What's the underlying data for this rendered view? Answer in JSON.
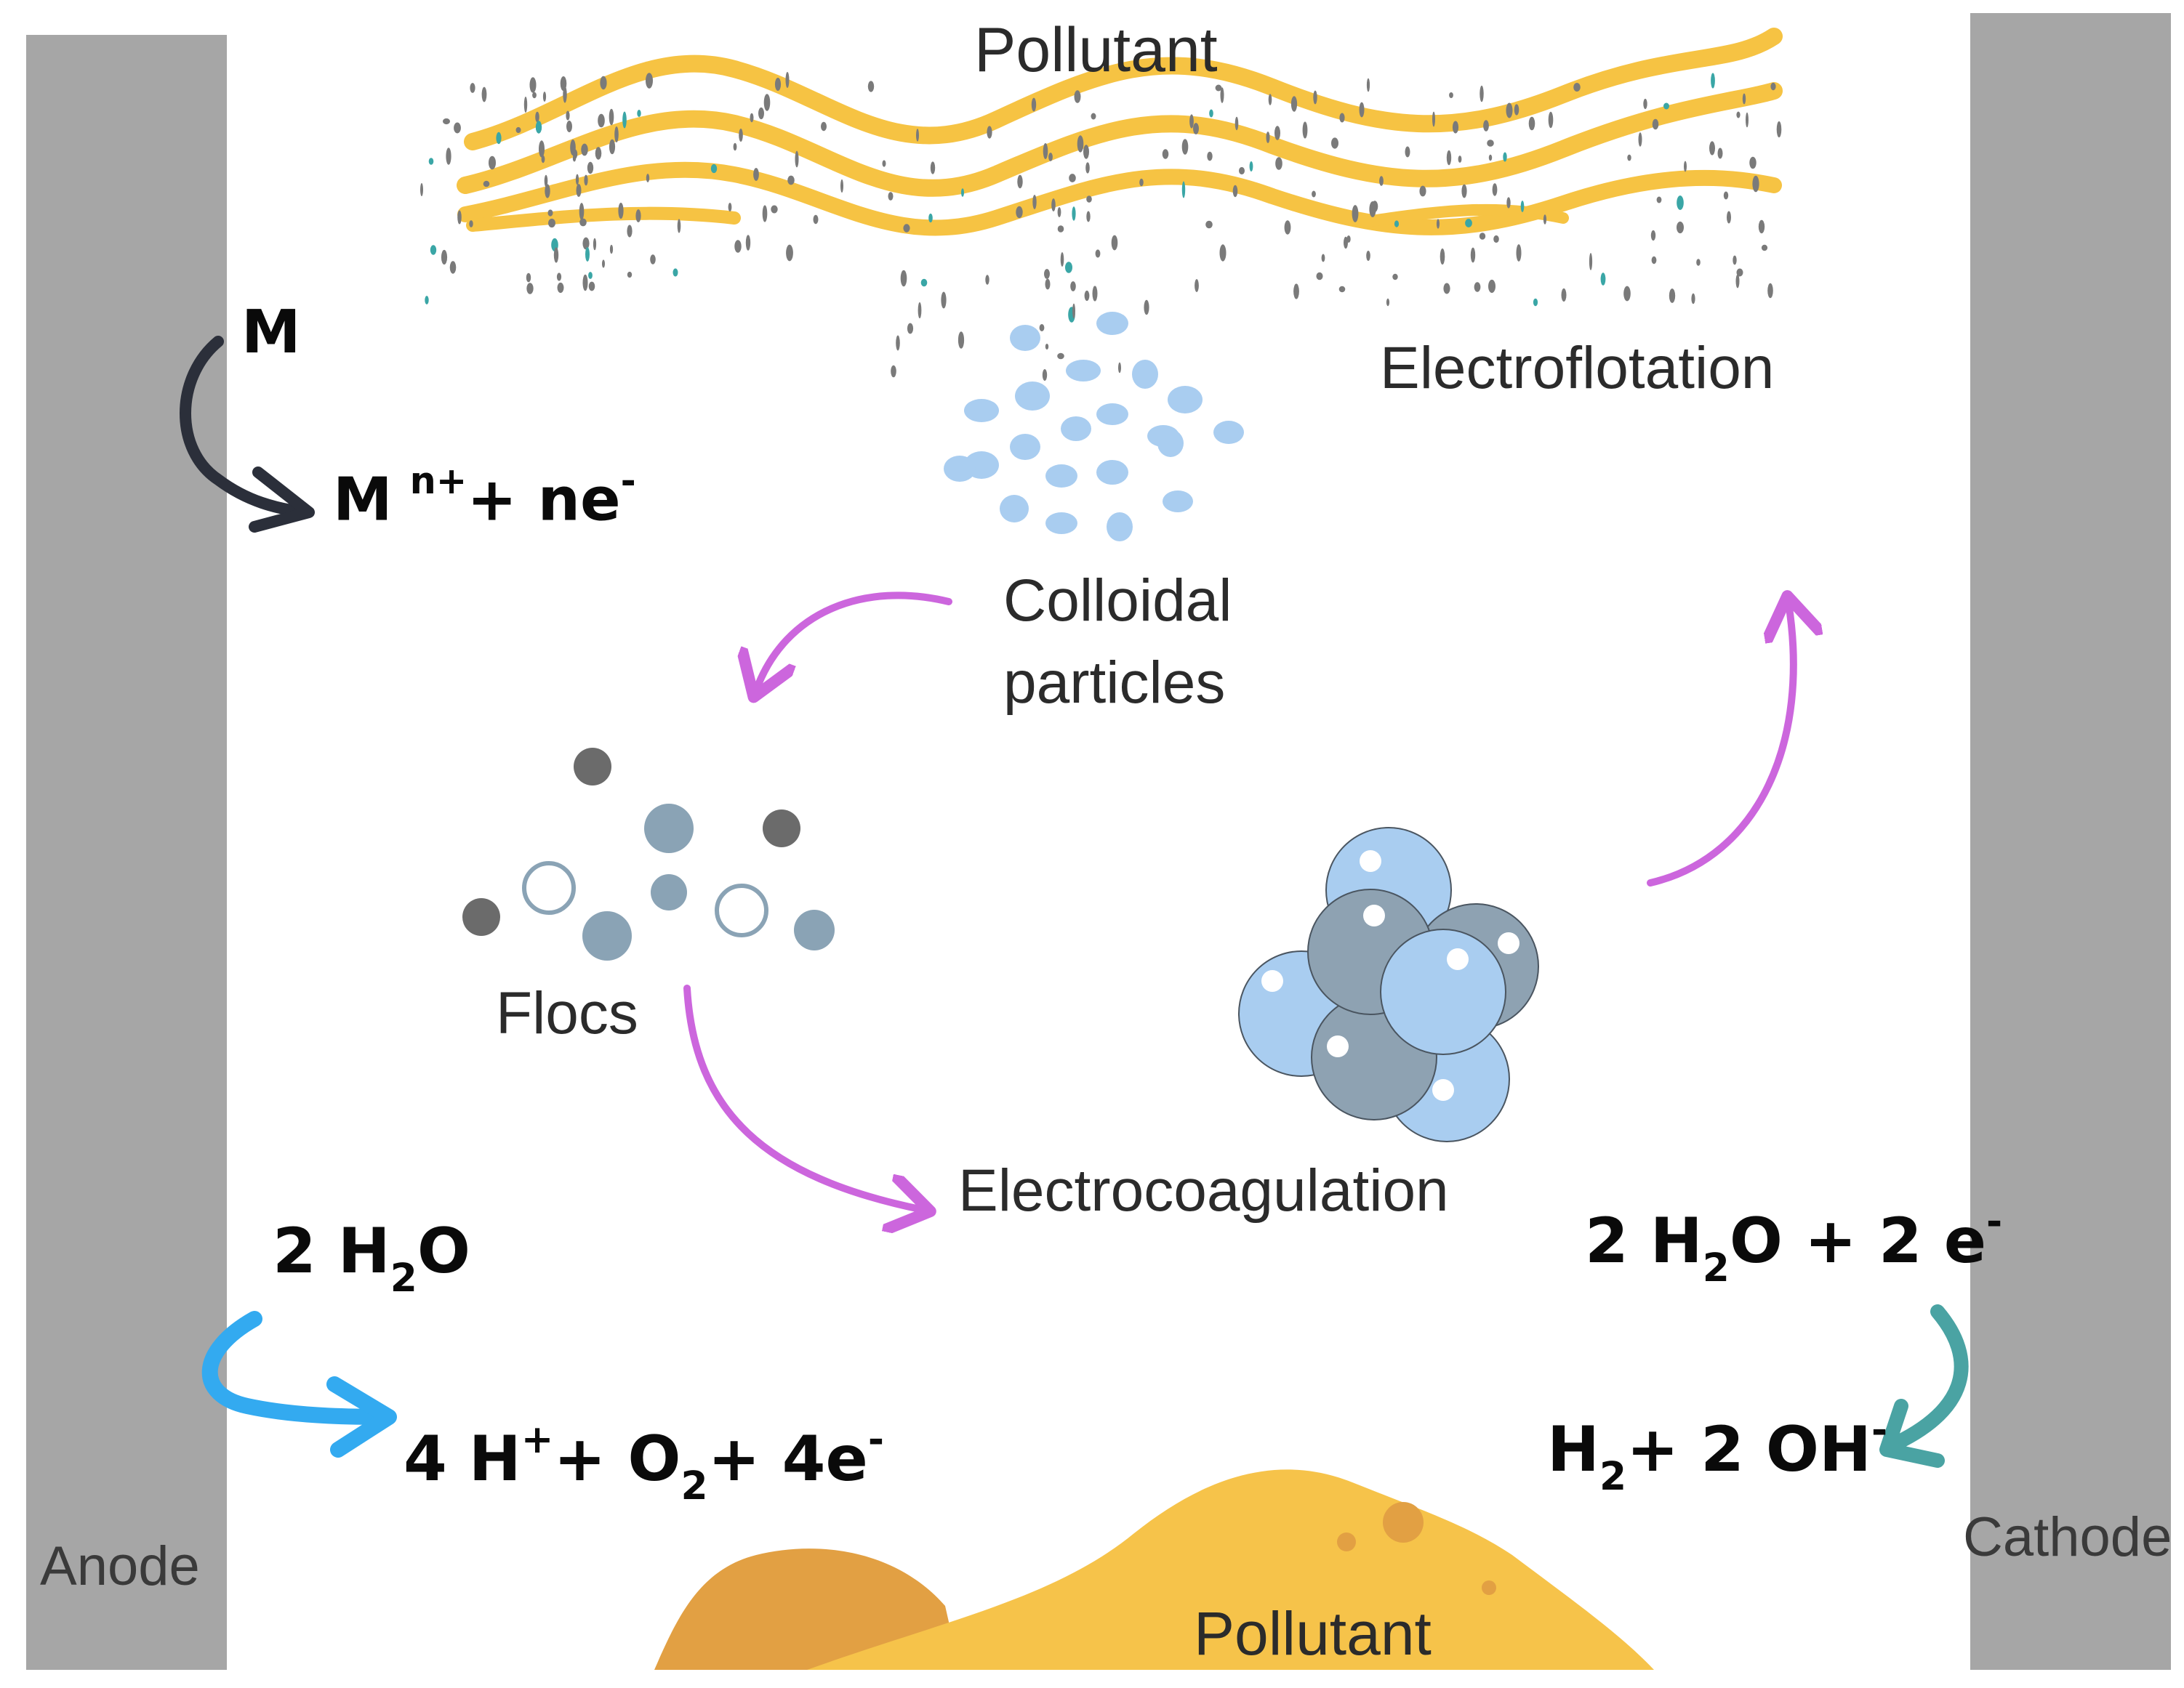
{
  "labels": {
    "pollutant_top": "Pollutant",
    "electroflotation": "Electroflotation",
    "colloidal_line1": "Colloidal",
    "colloidal_line2": "particles",
    "flocs": "Flocs",
    "electrocoagulation": "Electrocoagulation",
    "anode": "Anode",
    "cathode": "Cathode",
    "pollutant_bottom": "Pollutant"
  },
  "equations": {
    "metal": {
      "symbol": "M"
    },
    "metal_oxidation": {
      "m": "M",
      "charge": "n+",
      "rest": "+ ne",
      "electron_sup": "-"
    },
    "anode_water": {
      "coef": "2 H",
      "sub": "2",
      "tail": "O"
    },
    "anode_products": {
      "a": "4 H",
      "a_sup": "+",
      "b": "+ O",
      "b_sub": "2",
      "c": "+ 4e",
      "c_sup": "-"
    },
    "cathode_water": {
      "a": "2 H",
      "a_sub": "2",
      "b": "O + 2 e",
      "b_sup": "-"
    },
    "cathode_products": {
      "a": "H",
      "a_sub": "2",
      "b": "+ 2 OH",
      "b_sup": "-"
    }
  },
  "colors": {
    "electrode": "#a6a6a6",
    "pollutant_layer": "#f6c343",
    "sediment_dark": "#e2a043",
    "sediment_light": "#f6c34a",
    "process_arrow": "#cc66dd",
    "anode_metal_arrow": "#2b2f3a",
    "anode_water_arrow": "#33aaf0",
    "cathode_arrow": "#4aa3a3",
    "colloid": "#a9cdf0",
    "floc_dark": "#6b6b6b",
    "floc_blue": "#8aa3b5",
    "bubble_light": "#a9cdf0",
    "bubble_dark": "#8ea2b2"
  }
}
